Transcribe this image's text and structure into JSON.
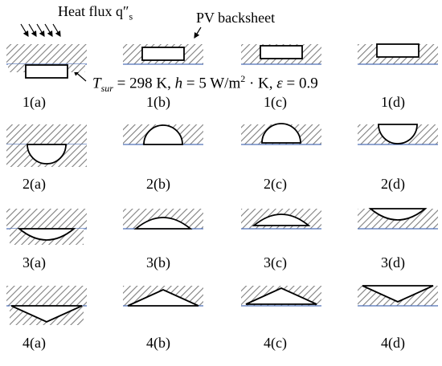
{
  "labels": {
    "heat_flux": "Heat flux q″",
    "heat_flux_subscript": "s",
    "backsheet": "PV backsheet"
  },
  "conditions": {
    "t_symbol": "T",
    "t_subscript": "sur",
    "t_value": " = 298 K, ",
    "h_symbol": "h",
    "h_value": " = 5 W/m",
    "h_exp": "2",
    "h_rest": " · K, ",
    "eps_symbol": "ε",
    "eps_value": " = 0.9"
  },
  "captions": {
    "row1": [
      "1(a)",
      "1(b)",
      "1(c)",
      "1(d)"
    ],
    "row2": [
      "2(a)",
      "2(b)",
      "2(c)",
      "2(d)"
    ],
    "row3": [
      "3(a)",
      "3(b)",
      "3(c)",
      "3(d)"
    ],
    "row4": [
      "4(a)",
      "4(b)",
      "4(c)",
      "4(d)"
    ]
  },
  "colors": {
    "hatch": "#7f7f7f",
    "interface_line": "#4f71b8",
    "outline": "#000000"
  }
}
